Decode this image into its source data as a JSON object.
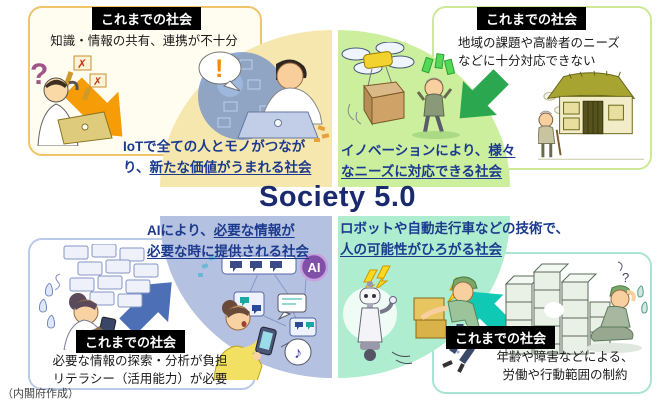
{
  "title": "Society 5.0",
  "footer": "（内閣府作成）",
  "corner_boxes": {
    "top_left": {
      "label": "これまでの社会",
      "lines": [
        "知識・情報の共有、連携が不十分"
      ]
    },
    "top_right": {
      "label": "これまでの社会",
      "lines": [
        "地域の課題や高齢者のニーズ",
        "などに十分対応できない"
      ]
    },
    "bottom_left": {
      "label": "これまでの社会",
      "lines": [
        "必要な情報の探索・分析が負担",
        "リテラシー（活用能力）が必要"
      ]
    },
    "bottom_right": {
      "label": "これまでの社会",
      "lines": [
        "年齢や障害などによる、",
        "労働や行動範囲の制約"
      ]
    }
  },
  "quadrants": {
    "top_left": {
      "caption": {
        "line1": {
          "plain": "IoTで全ての人とモノがつなが",
          "under": ""
        },
        "line2": {
          "plain": "り、",
          "under": "新たな価値がうまれる社会"
        }
      }
    },
    "top_right": {
      "caption": {
        "line1": {
          "plain": "イノベーションにより、",
          "under": "様々"
        },
        "line2": {
          "plain": "",
          "under": "なニーズに対応できる社会"
        }
      }
    },
    "bottom_left": {
      "caption": {
        "line1": {
          "plain": "AIにより、",
          "under": "必要な情報が"
        },
        "line2": {
          "plain": "",
          "under": "必要な時に提供される社会"
        }
      }
    },
    "bottom_right": {
      "caption": {
        "line1": {
          "plain": "ロボットや自動走行車などの技術で、",
          "under": ""
        },
        "line2": {
          "plain": "",
          "under": "人の可能性がひろがる社会"
        }
      }
    }
  },
  "icons": {
    "ai": "AI",
    "note": "♪",
    "exclamation": "!",
    "question": "?",
    "cross": "✗"
  },
  "colors": {
    "quadrant_top_left": "#f6e7ae",
    "quadrant_top_right": "#ccef9e",
    "quadrant_bottom_left": "#b5c1e0",
    "quadrant_bottom_right": "#aeedcf",
    "arrow_top_left": "#f59c06",
    "arrow_top_right": "#2ba84f",
    "arrow_bottom_left": "#4c6fb5",
    "arrow_bottom_right": "#0fc9b5",
    "title_navy": "#1a2a6e",
    "caption_blue": "#1b3a8e",
    "label_bg": "#000000"
  }
}
